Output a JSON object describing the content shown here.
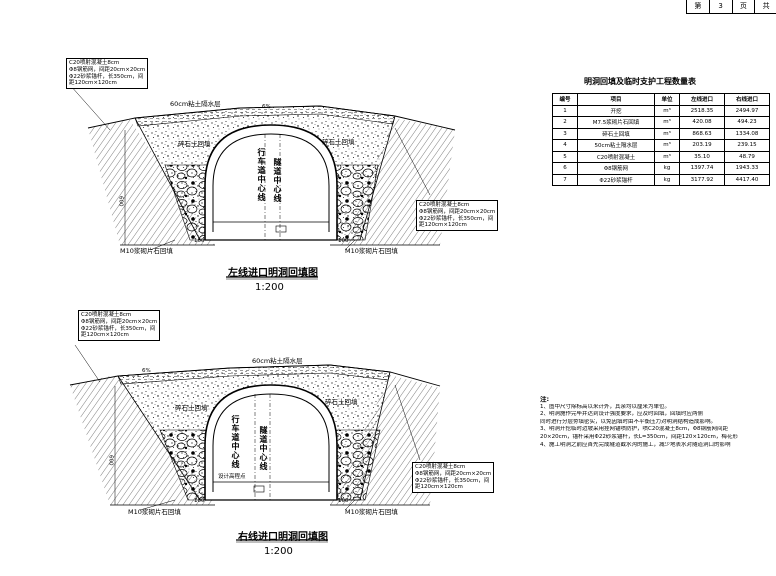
{
  "page": {
    "label_a": "第",
    "number": "3",
    "label_b": "页",
    "label_c": "共"
  },
  "upper": {
    "title": "左线进口明洞回填图",
    "scale": "1:200",
    "callout_left": [
      "C20喷射混凝土8cm",
      "Φ8钢筋网，间距20cm×20cm",
      "Φ22砂浆锚杆，长350cm，间",
      "距120cm×120cm"
    ],
    "callout_right": [
      "C20喷射混凝土8cm",
      "Φ8钢筋网，间距20cm×20cm",
      "Φ22砂浆锚杆，长350cm，间",
      "距120cm×120cm"
    ],
    "waterproof_label": "60cm粘土隔水层",
    "slope_label": "6%",
    "gravel_left": "碎石土回填",
    "gravel_right": "碎石土回填",
    "centerline_a": "行车道中心线",
    "centerline_b": "隧道中心线",
    "backfill_left": "M10浆砌片石回填",
    "backfill_right": "M10浆砌片石回填",
    "dim_left": "100",
    "dim_right": "100",
    "dim_height": "600"
  },
  "lower": {
    "title": "右线进口明洞回填图",
    "scale": "1:200",
    "callout_left": [
      "C20喷射混凝土8cm",
      "Φ8钢筋网，间距20cm×20cm",
      "Φ22砂浆锚杆，长350cm，间",
      "距120cm×120cm"
    ],
    "callout_right": [
      "C20喷射混凝土8cm",
      "Φ8钢筋网，间距20cm×20cm",
      "Φ22砂浆锚杆，长350cm，间",
      "距120cm×120cm"
    ],
    "waterproof_label": "60cm粘土隔水层",
    "slope_label": "6%",
    "gravel_left": "碎石土回填",
    "gravel_right": "碎石土回填",
    "centerline_a": "行车道中心线",
    "centerline_b": "隧道中心线",
    "design_label": "设计高程点",
    "backfill_left": "M10浆砌片石回填",
    "backfill_right": "M10浆砌片石回填",
    "dim_left": "100",
    "dim_right": "100",
    "dim_height": "600"
  },
  "table": {
    "title": "明洞回填及临时支护工程数量表",
    "headers": [
      "编号",
      "项目",
      "单位",
      "左线进口",
      "右线进口"
    ],
    "rows": [
      [
        "1",
        "开挖",
        "m³",
        "2518.35",
        "2494.97"
      ],
      [
        "2",
        "M7.5浆砌片石回填",
        "m³",
        "420.08",
        "494.23"
      ],
      [
        "3",
        "碎石土回填",
        "m³",
        "868.63",
        "1334.08"
      ],
      [
        "4",
        "50cm粘土隔水层",
        "m³",
        "203.19",
        "239.15"
      ],
      [
        "5",
        "C20喷射混凝土",
        "m³",
        "35.10",
        "48.79"
      ],
      [
        "6",
        "Φ8钢筋网",
        "kg",
        "1397.74",
        "1943.33"
      ],
      [
        "7",
        "Φ22砂浆锚杆",
        "kg",
        "3177.92",
        "4417.40"
      ]
    ]
  },
  "notes": {
    "heading": "注:",
    "items": [
      "1、图中尺寸除标高以米计外，其余均以厘米为单位。",
      "2、明洞施作完毕并达到设计强度要求，应及时回填，回填时应两侧",
      "   同时进行分层夯填密实，以免因填时由不平衡压力对明洞结构造成影响。",
      "3、明洞开挖临时边坡采用挂网锚喷防护，喷C20混凝土8cm，Φ8钢筋网间距",
      "   20×20cm，锚杆采用Φ22砂浆锚杆，长L=350cm，间距120×120cm，梅花形",
      "4、施工明洞之前应首先完成隧道截水沟的施工，减少地表水对隧道洞口的影响"
    ]
  }
}
